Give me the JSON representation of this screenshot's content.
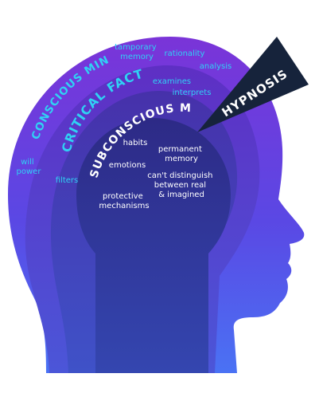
{
  "colors": {
    "head_top": "#6a2fd6",
    "head_bottom": "#4a6cf2",
    "layer_conscious": "#5a35c9",
    "layer_critical": "#3f36a8",
    "layer_subconscious": "#2a2f86",
    "accent_cyan": "#2fd2f4",
    "hypnosis_fill": "#16233b"
  },
  "labels": {
    "conscious_mind": "CONSCIOUS MIND",
    "critical_factor": "CRITICAL FACTOR",
    "subconscious_mind": "SUBCONSCIOUS MIND",
    "hypnosis": "HYPNOSIS"
  },
  "conscious_items": {
    "temporary_memory": [
      "tamporary",
      "memory"
    ],
    "rationality": "rationality",
    "analysis": "analysis",
    "will_power": [
      "will",
      "power"
    ]
  },
  "critical_items": {
    "examines": "examines",
    "interprets": "interprets",
    "filters": "filters"
  },
  "subconscious_items": {
    "habits": "habits",
    "permanent_memory": [
      "permanent",
      "memory"
    ],
    "emotions": "emotions",
    "cant_distinguish": [
      "can't distinguish",
      "between real",
      "& imagined"
    ],
    "protective_mechanisms": [
      "protective",
      "mechanisms"
    ]
  }
}
